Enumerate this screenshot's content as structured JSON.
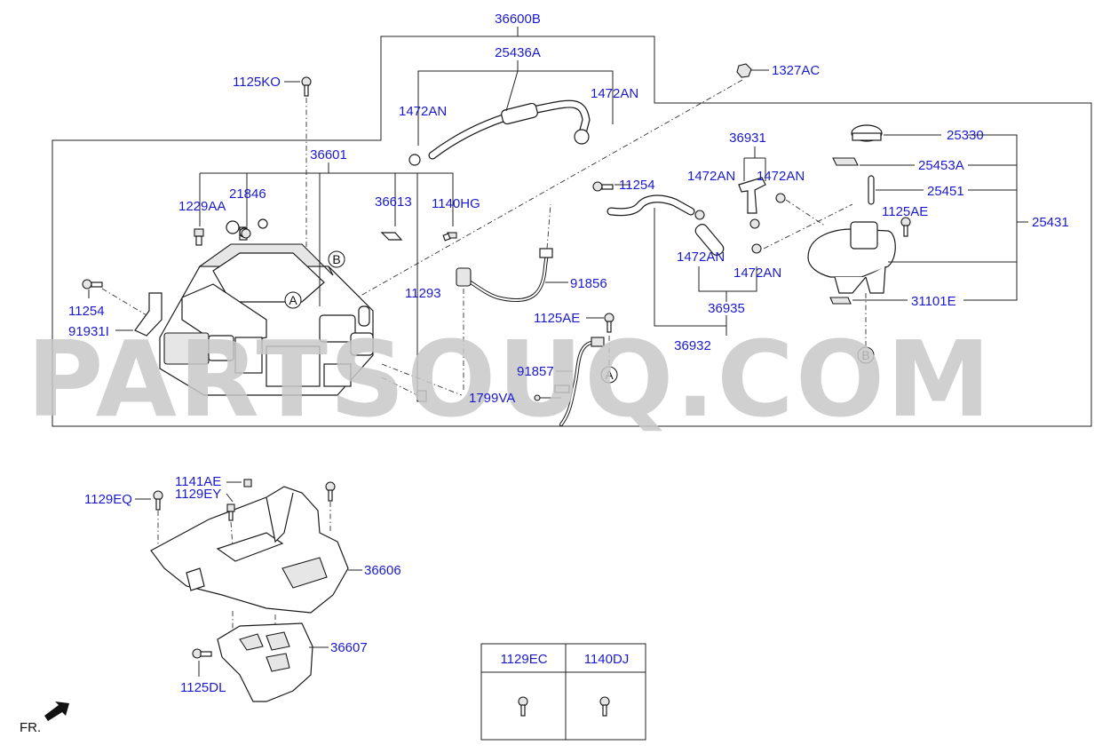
{
  "diagram": {
    "watermark": "PARTSOUQ.COM",
    "orientation_label": "FR.",
    "part_labels": {
      "p36600B": "36600B",
      "p25436A": "25436A",
      "p1327AC": "1327AC",
      "p1125KO": "1125KO",
      "p1472AN_l": "1472AN",
      "p1472AN_r": "1472AN",
      "p36601": "36601",
      "p36931": "36931",
      "p25330": "25330",
      "p1229AA": "1229AA",
      "p21846": "21846",
      "p36613": "36613",
      "p1140HG": "1140HG",
      "p11254_m": "11254",
      "p1472AN_a": "1472AN",
      "p1472AN_b": "1472AN",
      "p25453A": "25453A",
      "p25451": "25451",
      "p1125AE_r": "1125AE",
      "p25431": "25431",
      "p11254_l": "11254",
      "p91931I": "91931I",
      "p11293": "11293",
      "p91856": "91856",
      "p1472AN_c": "1472AN",
      "p1472AN_d": "1472AN",
      "p36935": "36935",
      "p31101E": "31101E",
      "p1125AE_m": "1125AE",
      "p36932": "36932",
      "p91857": "91857",
      "p1799VA": "1799VA",
      "p1141AE": "1141AE",
      "p1129EY": "1129EY",
      "p1129EQ": "1129EQ",
      "p36606": "36606",
      "p36607": "36607",
      "p1125DL": "1125DL"
    },
    "callouts": {
      "a1": "A",
      "a2": "A",
      "b1": "B",
      "b2": "B"
    },
    "table": {
      "headers": [
        "1129EC",
        "1140DJ"
      ]
    }
  }
}
